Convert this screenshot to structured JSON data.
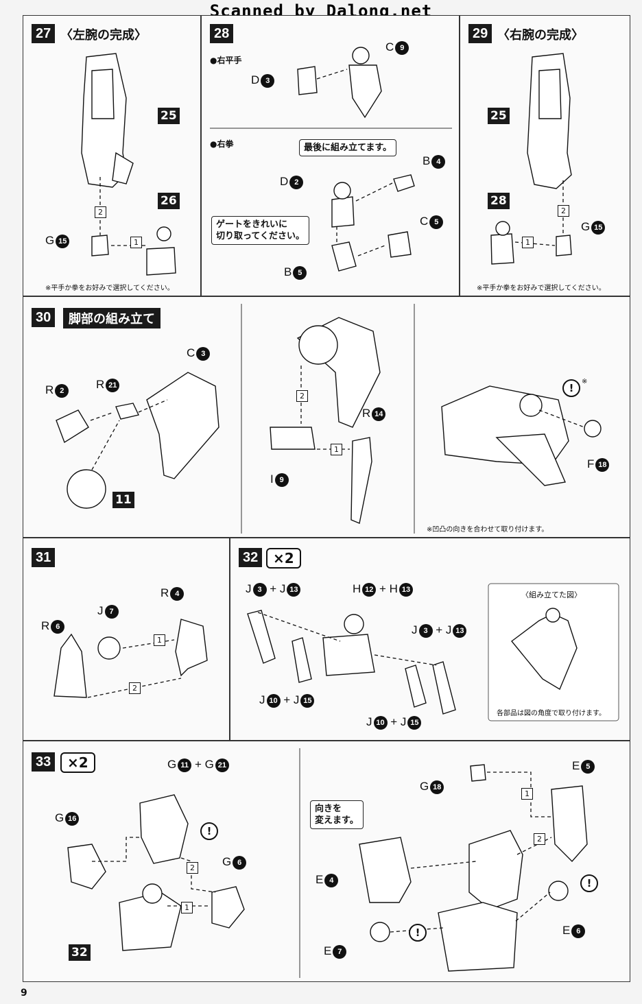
{
  "watermark": "Scanned by Dalong.net",
  "page_number": "9",
  "steps": {
    "s27": {
      "num": "27",
      "title": "〈左腕の完成〉",
      "note": "※平手か拳をお好みで選択してください。"
    },
    "s28": {
      "num": "28",
      "sub1": "●右平手",
      "sub2": "●右拳",
      "callout1": "最後に組み立てます。",
      "callout2a": "ゲートをきれいに",
      "callout2b": "切り取ってください。"
    },
    "s29": {
      "num": "29",
      "title": "〈右腕の完成〉",
      "note": "※平手か拳をお好みで選択してください。"
    },
    "s30": {
      "num": "30",
      "title": "脚部の組み立て",
      "note": "※凹凸の向きを合わせて取り付けます。",
      "excl_mark": "※"
    },
    "s31": {
      "num": "31"
    },
    "s32": {
      "num": "32",
      "x2": "×2",
      "inset_title": "〈組み立てた図〉",
      "inset_note": "各部品は図の角度で取り付けます。"
    },
    "s33": {
      "num": "33",
      "x2": "×2",
      "callout_a": "向きを",
      "callout_b": "変えます。"
    }
  },
  "labels": {
    "p25a": "25",
    "p26": "26",
    "p25b": "25",
    "p28": "28",
    "p11": "11",
    "p32": "32",
    "g15a": "G",
    "g15a_n": "15",
    "g15b": "G",
    "g15b_n": "15",
    "c9": "C",
    "c9_n": "9",
    "d3": "D",
    "d3_n": "3",
    "b4": "B",
    "b4_n": "4",
    "d2": "D",
    "d2_n": "2",
    "c5": "C",
    "c5_n": "5",
    "b5": "B",
    "b5_n": "5",
    "c3": "C",
    "c3_n": "3",
    "r2": "R",
    "r2_n": "2",
    "r21": "R",
    "r21_n": "21",
    "r14": "R",
    "r14_n": "14",
    "i9": "I",
    "i9_n": "9",
    "f18": "F",
    "f18_n": "18",
    "r6": "R",
    "r6_n": "6",
    "j7": "J",
    "j7_n": "7",
    "r4": "R",
    "r4_n": "4",
    "j3a": "J",
    "j3a_n": "3",
    "j13a": "+ J",
    "j13a_n": "13",
    "h12": "H",
    "h12_n": "12",
    "h13": "+ H",
    "h13_n": "13",
    "j3b": "J",
    "j3b_n": "3",
    "j13b": "+ J",
    "j13b_n": "13",
    "j10a": "J",
    "j10a_n": "10",
    "j15a": "+ J",
    "j15a_n": "15",
    "j10b": "J",
    "j10b_n": "10",
    "j15b": "+ J",
    "j15b_n": "15",
    "g11": "G",
    "g11_n": "11",
    "g21": "+ G",
    "g21_n": "21",
    "g16": "G",
    "g16_n": "16",
    "g6": "G",
    "g6_n": "6",
    "g18": "G",
    "g18_n": "18",
    "e5": "E",
    "e5_n": "5",
    "e4": "E",
    "e4_n": "4",
    "e6": "E",
    "e6_n": "6",
    "e7": "E",
    "e7_n": "7"
  },
  "order_numbers": {
    "one": "1",
    "two": "2"
  },
  "exclamation": "!"
}
